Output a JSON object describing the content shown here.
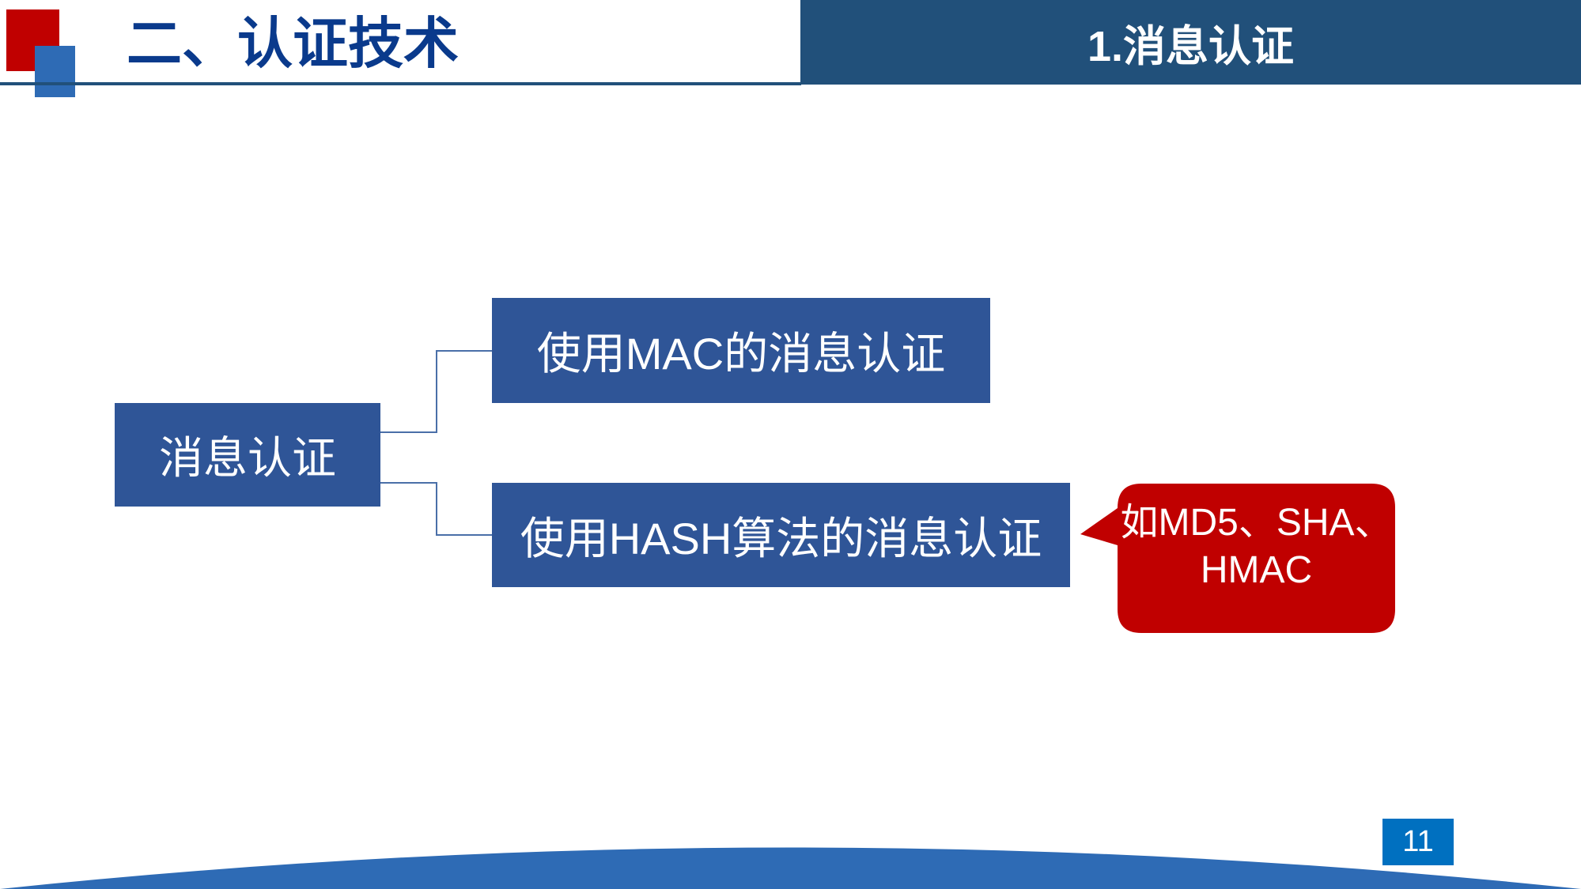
{
  "header": {
    "section_title": "二、认证技术",
    "subsection_title": "1.消息认证"
  },
  "diagram": {
    "root": "消息认证",
    "branches": [
      "使用MAC的消息认证",
      "使用HASH算法的消息认证"
    ],
    "callout": {
      "line1": "如MD5、SHA、",
      "line2": "HMAC"
    }
  },
  "footer": {
    "page_number": "11"
  },
  "colors": {
    "red": "#c00000",
    "box_blue": "#2f5597",
    "header_dark": "#21507a",
    "accent_blue": "#2e6bb5",
    "page_box": "#0070c0"
  }
}
